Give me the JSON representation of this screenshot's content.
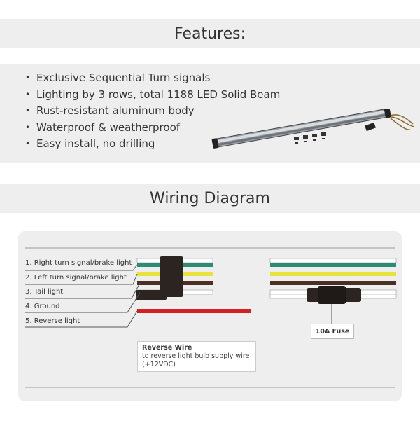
{
  "features_title": "Features:",
  "features": [
    "Exclusive Sequential Turn signals",
    "Lighting by 3 rows, total 1188 LED Solid Beam",
    "Rust-resistant aluminum body",
    "Waterproof & weatherproof",
    "Easy install, no drilling"
  ],
  "bullet": "•",
  "wiring_title": "Wiring Diagram",
  "wires": [
    {
      "label": "1. Right turn signal/brake light",
      "color": "#2e8b73"
    },
    {
      "label": "2. Left turn signal/brake light",
      "color": "#e8e23a"
    },
    {
      "label": "3. Tail light",
      "color": "#4a2f22"
    },
    {
      "label": "4. Ground",
      "color": "#ffffff"
    },
    {
      "label": "5. Reverse light",
      "color": "#d42020"
    }
  ],
  "fuse_label": "10A Fuse",
  "reverse_wire": {
    "title": "Reverse Wire",
    "line1": "to reverse light bulb supply wire",
    "line2": "(+12VDC)"
  },
  "colors": {
    "band": "#eeeeee",
    "connector": "#2b2420",
    "leader": "#555555"
  }
}
